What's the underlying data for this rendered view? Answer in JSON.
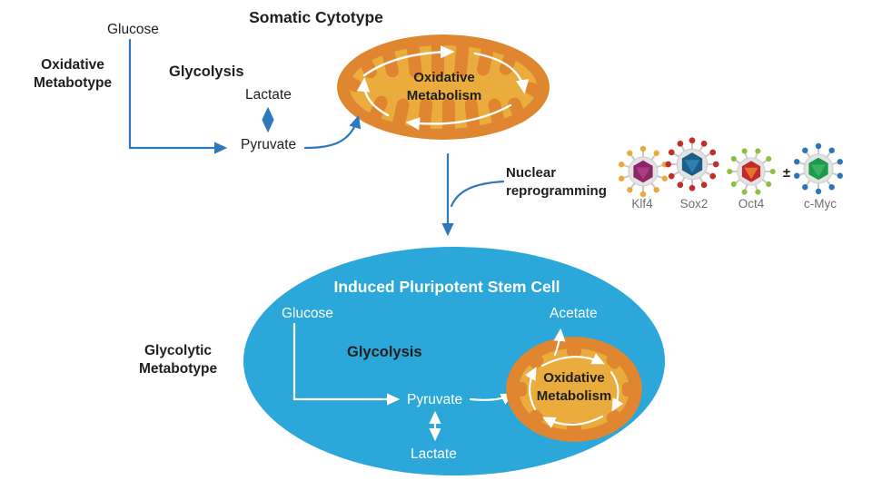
{
  "colors": {
    "arrow_blue": "#2E79BE",
    "cell_blue": "#2BA7D9",
    "mito_outer": "#E08530",
    "mito_inner": "#EAAD3D",
    "arrow_white": "#FFFFFF",
    "factor_label_gray": "#6F6F6F"
  },
  "somatic": {
    "title": "Somatic Cytotype",
    "metabotype_label": "Oxidative\nMetabotype",
    "glucose": "Glucose",
    "glycolysis": "Glycolysis",
    "lactate": "Lactate",
    "pyruvate": "Pyruvate",
    "mitochondrion_label": "Oxidative\nMetabolism"
  },
  "reprogramming": {
    "label": "Nuclear\nreprogramming",
    "plus_minus": "±",
    "factors": [
      {
        "name": "Klf4",
        "icon": "virus-particle-icon",
        "capsid": "#8E2566",
        "capsid_light": "#A93C82",
        "spike": "#E9A93C"
      },
      {
        "name": "Sox2",
        "icon": "virus-particle-icon",
        "capsid": "#1C5E89",
        "capsid_light": "#2F80B3",
        "spike": "#BE3028"
      },
      {
        "name": "Oct4",
        "icon": "virus-particle-icon",
        "capsid": "#C2282E",
        "capsid_light": "#E4752B",
        "spike": "#8EBF3F"
      },
      {
        "name": "c-Myc",
        "icon": "virus-particle-icon",
        "capsid": "#1B9C4B",
        "capsid_light": "#3FAF60",
        "spike": "#2E74B7"
      }
    ]
  },
  "ipsc": {
    "title": "Induced Pluripotent Stem Cell",
    "metabotype_label": "Glycolytic\nMetabotype",
    "glucose": "Glucose",
    "glycolysis": "Glycolysis",
    "pyruvate": "Pyruvate",
    "lactate": "Lactate",
    "acetate": "Acetate",
    "mitochondrion_label": "Oxidative\nMetabolism"
  }
}
